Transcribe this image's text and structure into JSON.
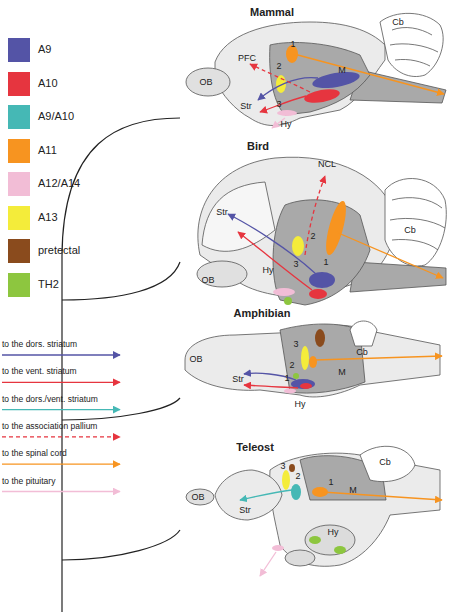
{
  "diagram": {
    "labels": [
      "Mammal",
      "OB",
      "PFC",
      "1",
      "2",
      "3",
      "Str",
      "Hy",
      "M",
      "Cb",
      "Bird",
      "NCL",
      "Str",
      "OB",
      "2",
      "1",
      "3",
      "Hy",
      "Cb",
      "Amphibian",
      "OB",
      "Str",
      "3",
      "2",
      "1",
      "M",
      "Cb",
      "Hy",
      "Teleost",
      "OB",
      "Str",
      "3",
      "2",
      "1",
      "M",
      "Cb",
      "Hy"
    ],
    "legend": [
      {
        "text": "A9",
        "color": "#5454a6"
      },
      {
        "text": "A10",
        "color": "#e6353f"
      },
      {
        "text": "A9/A10",
        "color": "#45b8b5"
      },
      {
        "text": "A11",
        "color": "#f79420"
      },
      {
        "text": "A12/A14",
        "color": "#f2bdd6"
      },
      {
        "text": "A13",
        "color": "#f4ec3a"
      },
      {
        "text": "pretectal",
        "color": "#8a4b1d"
      },
      {
        "text": "TH2",
        "color": "#8dc63f"
      },
      {
        "text": "to the dors. striatum"
      },
      {
        "text": "to the vent. striatum"
      },
      {
        "text": "to the dors./vent. striatum"
      },
      {
        "text": "to the association pallium"
      },
      {
        "text": "to the spinal cord"
      },
      {
        "text": "to the pituitary"
      }
    ]
  }
}
